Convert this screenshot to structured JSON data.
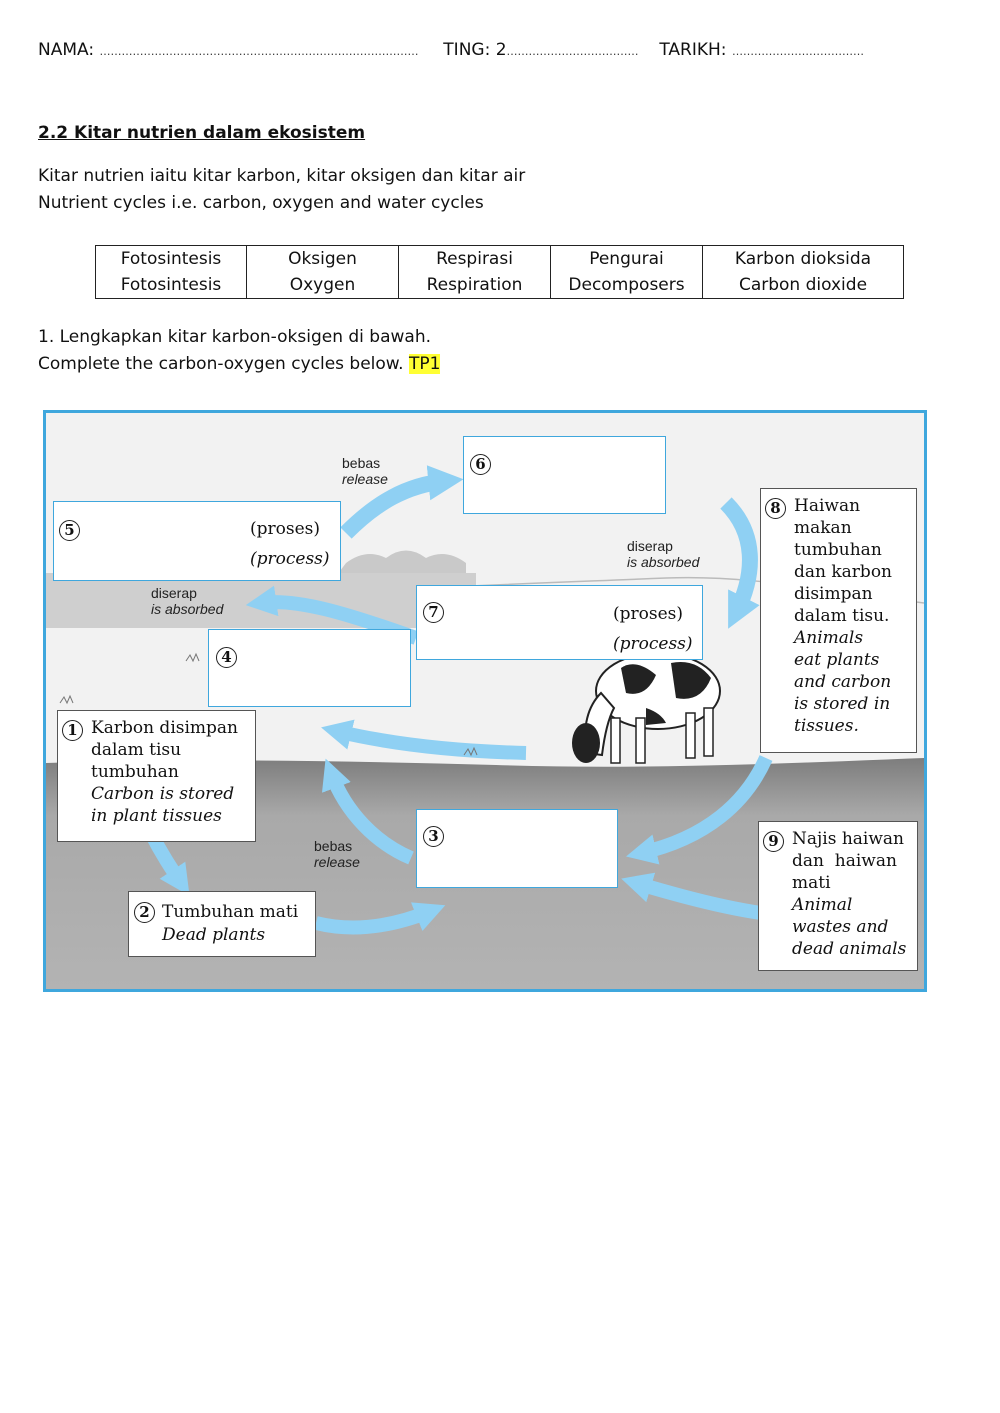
{
  "header": {
    "nama_label": "NAMA:",
    "nama_dots": "……………………………………………………………………………",
    "ting_label": "TING: 2",
    "ting_dots": "………………………………",
    "tarikh_label": "TARIKH:",
    "tarikh_dots": "………………………………"
  },
  "section_title": "2.2 Kitar nutrien dalam ekosistem",
  "intro": {
    "line1": "Kitar nutrien iaitu kitar karbon, kitar oksigen dan kitar air",
    "line2": "Nutrient cycles i.e. carbon, oxygen and water cycles"
  },
  "word_bank": [
    {
      "malay": "Fotosintesis",
      "english": "Fotosintesis"
    },
    {
      "malay": "Oksigen",
      "english": "Oxygen"
    },
    {
      "malay": "Respirasi",
      "english": "Respiration"
    },
    {
      "malay": "Pengurai",
      "english": "Decomposers"
    },
    {
      "malay": "Karbon dioksida",
      "english": "Carbon dioxide"
    }
  ],
  "question": {
    "line1": "1. Lengkapkan kitar karbon-oksigen di bawah.",
    "line2": "Complete the carbon-oxygen cycles below.",
    "tag": "TP1"
  },
  "diagram": {
    "box1": {
      "num": "1",
      "malay": [
        "Karbon disimpan",
        "dalam tisu",
        "tumbuhan"
      ],
      "english": [
        "Carbon is stored",
        "in plant tissues"
      ]
    },
    "box2": {
      "num": "2",
      "malay": "Tumbuhan mati",
      "english": "Dead plants"
    },
    "box3": {
      "num": "3"
    },
    "box4": {
      "num": "4"
    },
    "box5": {
      "num": "5",
      "proses": "(proses)",
      "process": "(process)"
    },
    "box6": {
      "num": "6"
    },
    "box7": {
      "num": "7",
      "proses": "(proses)",
      "process": "(process)"
    },
    "box8": {
      "num": "8",
      "malay": [
        "Haiwan",
        "makan",
        "tumbuhan",
        "dan karbon",
        "disimpan",
        "dalam tisu."
      ],
      "english": [
        "Animals",
        "eat plants",
        "and carbon",
        "is stored in",
        "tissues."
      ]
    },
    "box9": {
      "num": "9",
      "malay": [
        "Najis haiwan",
        "dan  haiwan",
        "mati"
      ],
      "english": [
        "Animal",
        "wastes and",
        "dead animals"
      ]
    },
    "label_release_top": {
      "malay": "bebas",
      "english": "release"
    },
    "label_absorbed_left": {
      "malay": "diserap",
      "english": "is absorbed"
    },
    "label_absorbed_right": {
      "malay": "diserap",
      "english": "is absorbed"
    },
    "label_release_bottom": {
      "malay": "bebas",
      "english": "release"
    },
    "colors": {
      "frame": "#3fa7dd",
      "arrow": "#8fd0f3",
      "soil": "#a6a6a6",
      "sky": "#f2f2f2"
    }
  }
}
